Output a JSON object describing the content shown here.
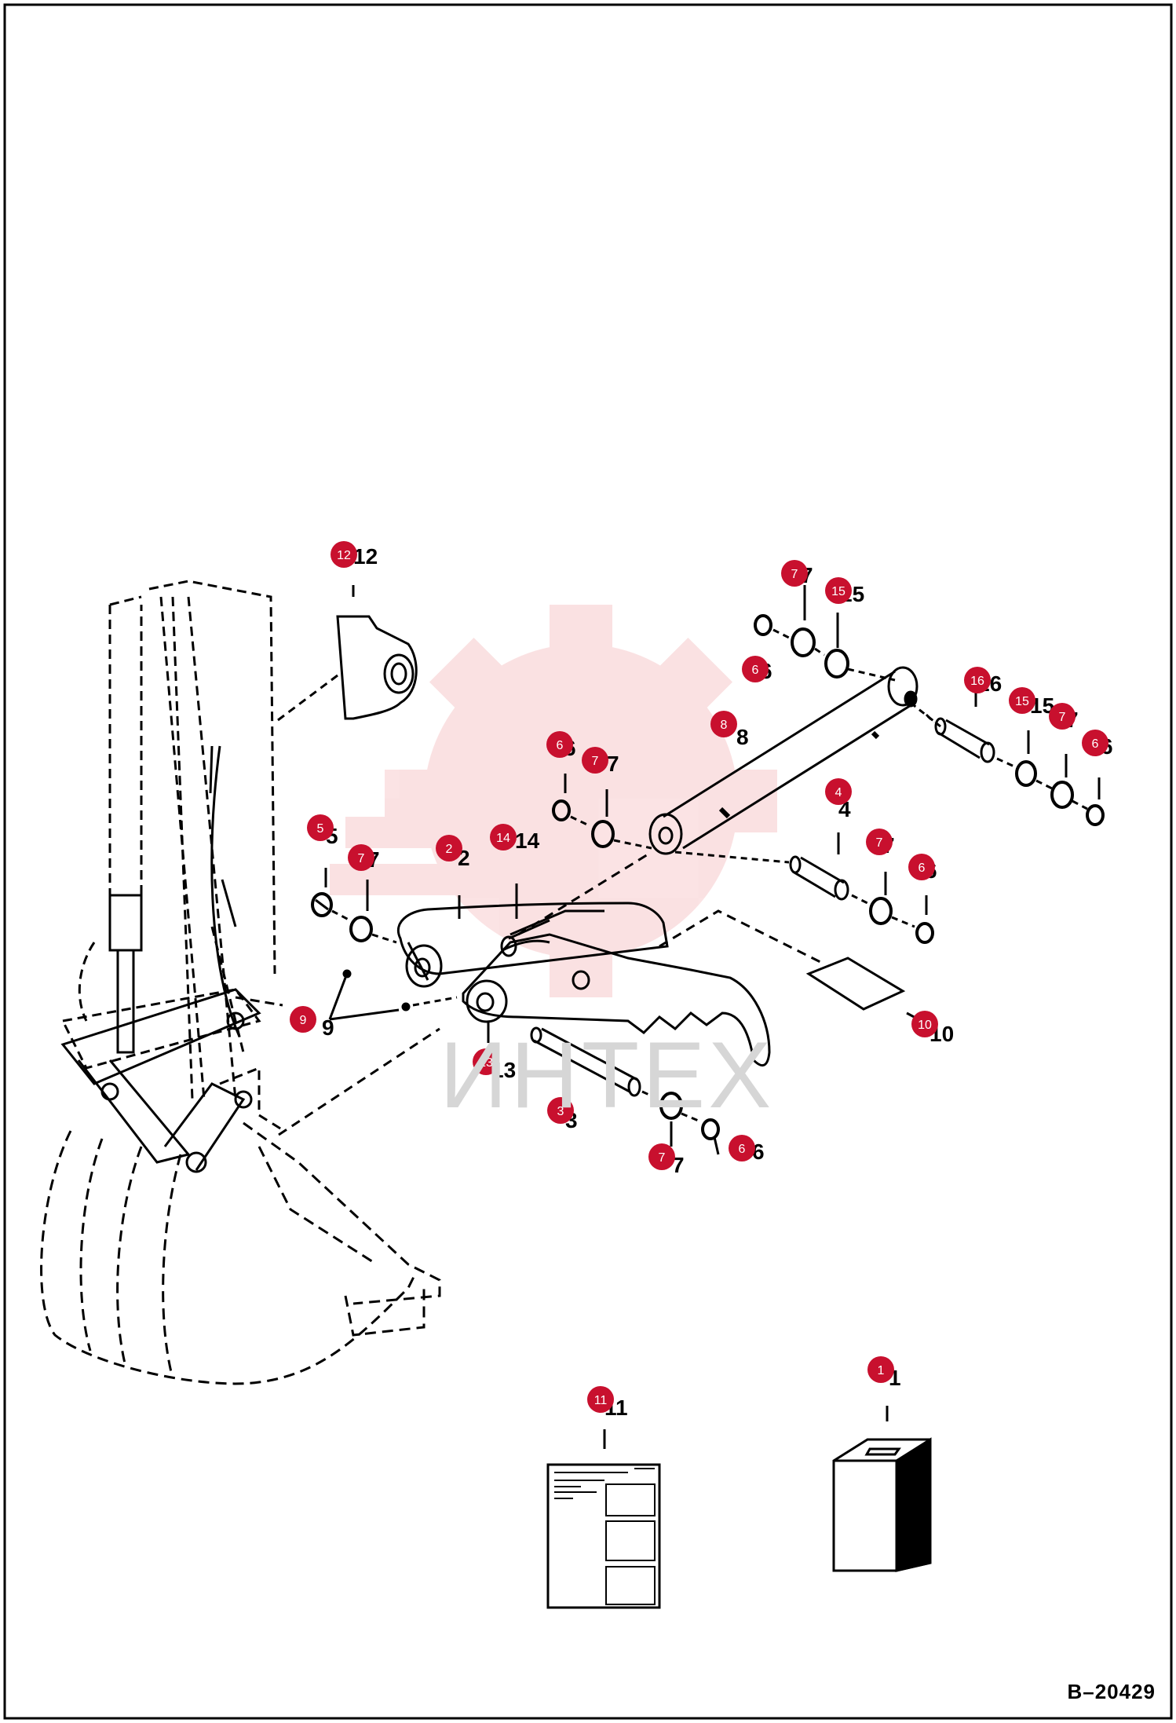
{
  "drawing_number": "B–20429",
  "watermark_text": "ИНТЕХ",
  "marker_color": "#c8102e",
  "callouts": [
    {
      "id": "c12",
      "marker": "12",
      "print": "12"
    },
    {
      "id": "c7a",
      "marker": "7",
      "print": "7"
    },
    {
      "id": "c15a",
      "marker": "15",
      "print": "15"
    },
    {
      "id": "c6a",
      "marker": "6",
      "print": "6"
    },
    {
      "id": "c8",
      "marker": "8",
      "print": "8"
    },
    {
      "id": "c16",
      "marker": "16",
      "print": "16"
    },
    {
      "id": "c15b",
      "marker": "15",
      "print": "15"
    },
    {
      "id": "c7b",
      "marker": "7",
      "print": "7"
    },
    {
      "id": "c6b",
      "marker": "6",
      "print": "6"
    },
    {
      "id": "c6c",
      "marker": "6",
      "print": "6"
    },
    {
      "id": "c7c",
      "marker": "7",
      "print": "7"
    },
    {
      "id": "c4",
      "marker": "4",
      "print": "4"
    },
    {
      "id": "c7d",
      "marker": "7",
      "print": "7"
    },
    {
      "id": "c6d",
      "marker": "6",
      "print": "6"
    },
    {
      "id": "c5",
      "marker": "5",
      "print": "5"
    },
    {
      "id": "c7e",
      "marker": "7",
      "print": "7"
    },
    {
      "id": "c2",
      "marker": "2",
      "print": "2"
    },
    {
      "id": "c14",
      "marker": "14",
      "print": "14"
    },
    {
      "id": "c9",
      "marker": "9",
      "print": "9"
    },
    {
      "id": "c13",
      "marker": "13",
      "print": "13"
    },
    {
      "id": "c10",
      "marker": "10",
      "print": "10"
    },
    {
      "id": "c3",
      "marker": "3",
      "print": "3"
    },
    {
      "id": "c7f",
      "marker": "7",
      "print": "7"
    },
    {
      "id": "c6e",
      "marker": "6",
      "print": "6"
    },
    {
      "id": "c11",
      "marker": "11",
      "print": "11"
    },
    {
      "id": "c1",
      "marker": "1",
      "print": "1"
    }
  ]
}
